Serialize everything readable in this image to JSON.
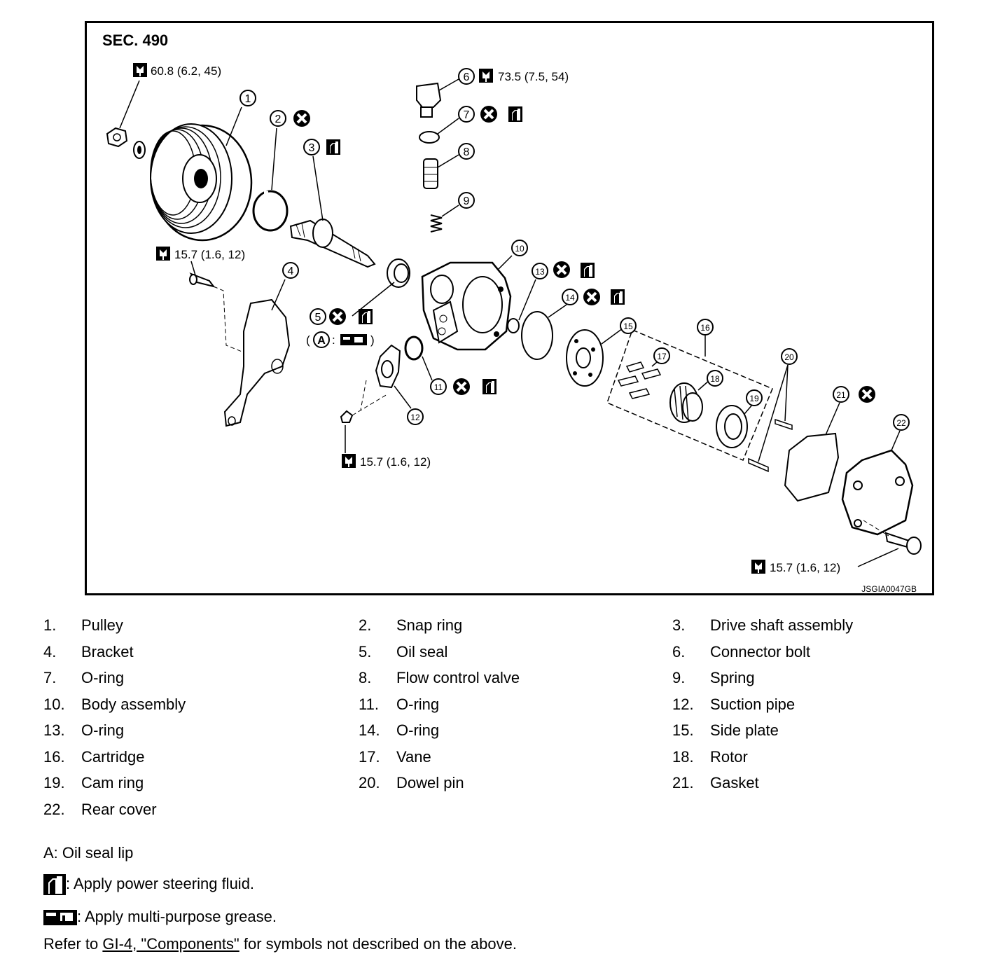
{
  "figure": {
    "section_label": "SEC. 490",
    "code": "JSGIA0047GB",
    "torques": {
      "t1": "60.8 (6.2, 45)",
      "t6": "73.5 (7.5, 54)",
      "t4": "15.7 (1.6, 12)",
      "t12": "15.7 (1.6, 12)",
      "t22": "15.7 (1.6, 12)"
    },
    "callouts": [
      "1",
      "2",
      "3",
      "4",
      "5",
      "6",
      "7",
      "8",
      "9",
      "10",
      "11",
      "12",
      "13",
      "14",
      "15",
      "16",
      "17",
      "18",
      "19",
      "20",
      "21",
      "22"
    ],
    "callout_a": "A"
  },
  "parts": [
    {
      "num": "1.",
      "name": "Pulley"
    },
    {
      "num": "2.",
      "name": "Snap ring"
    },
    {
      "num": "3.",
      "name": "Drive shaft assembly"
    },
    {
      "num": "4.",
      "name": "Bracket"
    },
    {
      "num": "5.",
      "name": "Oil seal"
    },
    {
      "num": "6.",
      "name": "Connector bolt"
    },
    {
      "num": "7.",
      "name": "O-ring"
    },
    {
      "num": "8.",
      "name": "Flow control valve"
    },
    {
      "num": "9.",
      "name": "Spring"
    },
    {
      "num": "10.",
      "name": "Body assembly"
    },
    {
      "num": "11.",
      "name": "O-ring"
    },
    {
      "num": "12.",
      "name": "Suction pipe"
    },
    {
      "num": "13.",
      "name": "O-ring"
    },
    {
      "num": "14.",
      "name": "O-ring"
    },
    {
      "num": "15.",
      "name": "Side plate"
    },
    {
      "num": "16.",
      "name": "Cartridge"
    },
    {
      "num": "17.",
      "name": "Vane"
    },
    {
      "num": "18.",
      "name": "Rotor"
    },
    {
      "num": "19.",
      "name": "Cam ring"
    },
    {
      "num": "20.",
      "name": "Dowel pin"
    },
    {
      "num": "21.",
      "name": "Gasket"
    },
    {
      "num": "22.",
      "name": "Rear cover"
    }
  ],
  "notes": {
    "a_note": "A: Oil seal lip",
    "fluid_note": ": Apply power steering fluid.",
    "grease_note": ": Apply multi-purpose grease.",
    "refer_prefix": "Refer to ",
    "refer_link": "GI-4, \"Components\"",
    "refer_suffix": " for symbols not described on the above."
  }
}
